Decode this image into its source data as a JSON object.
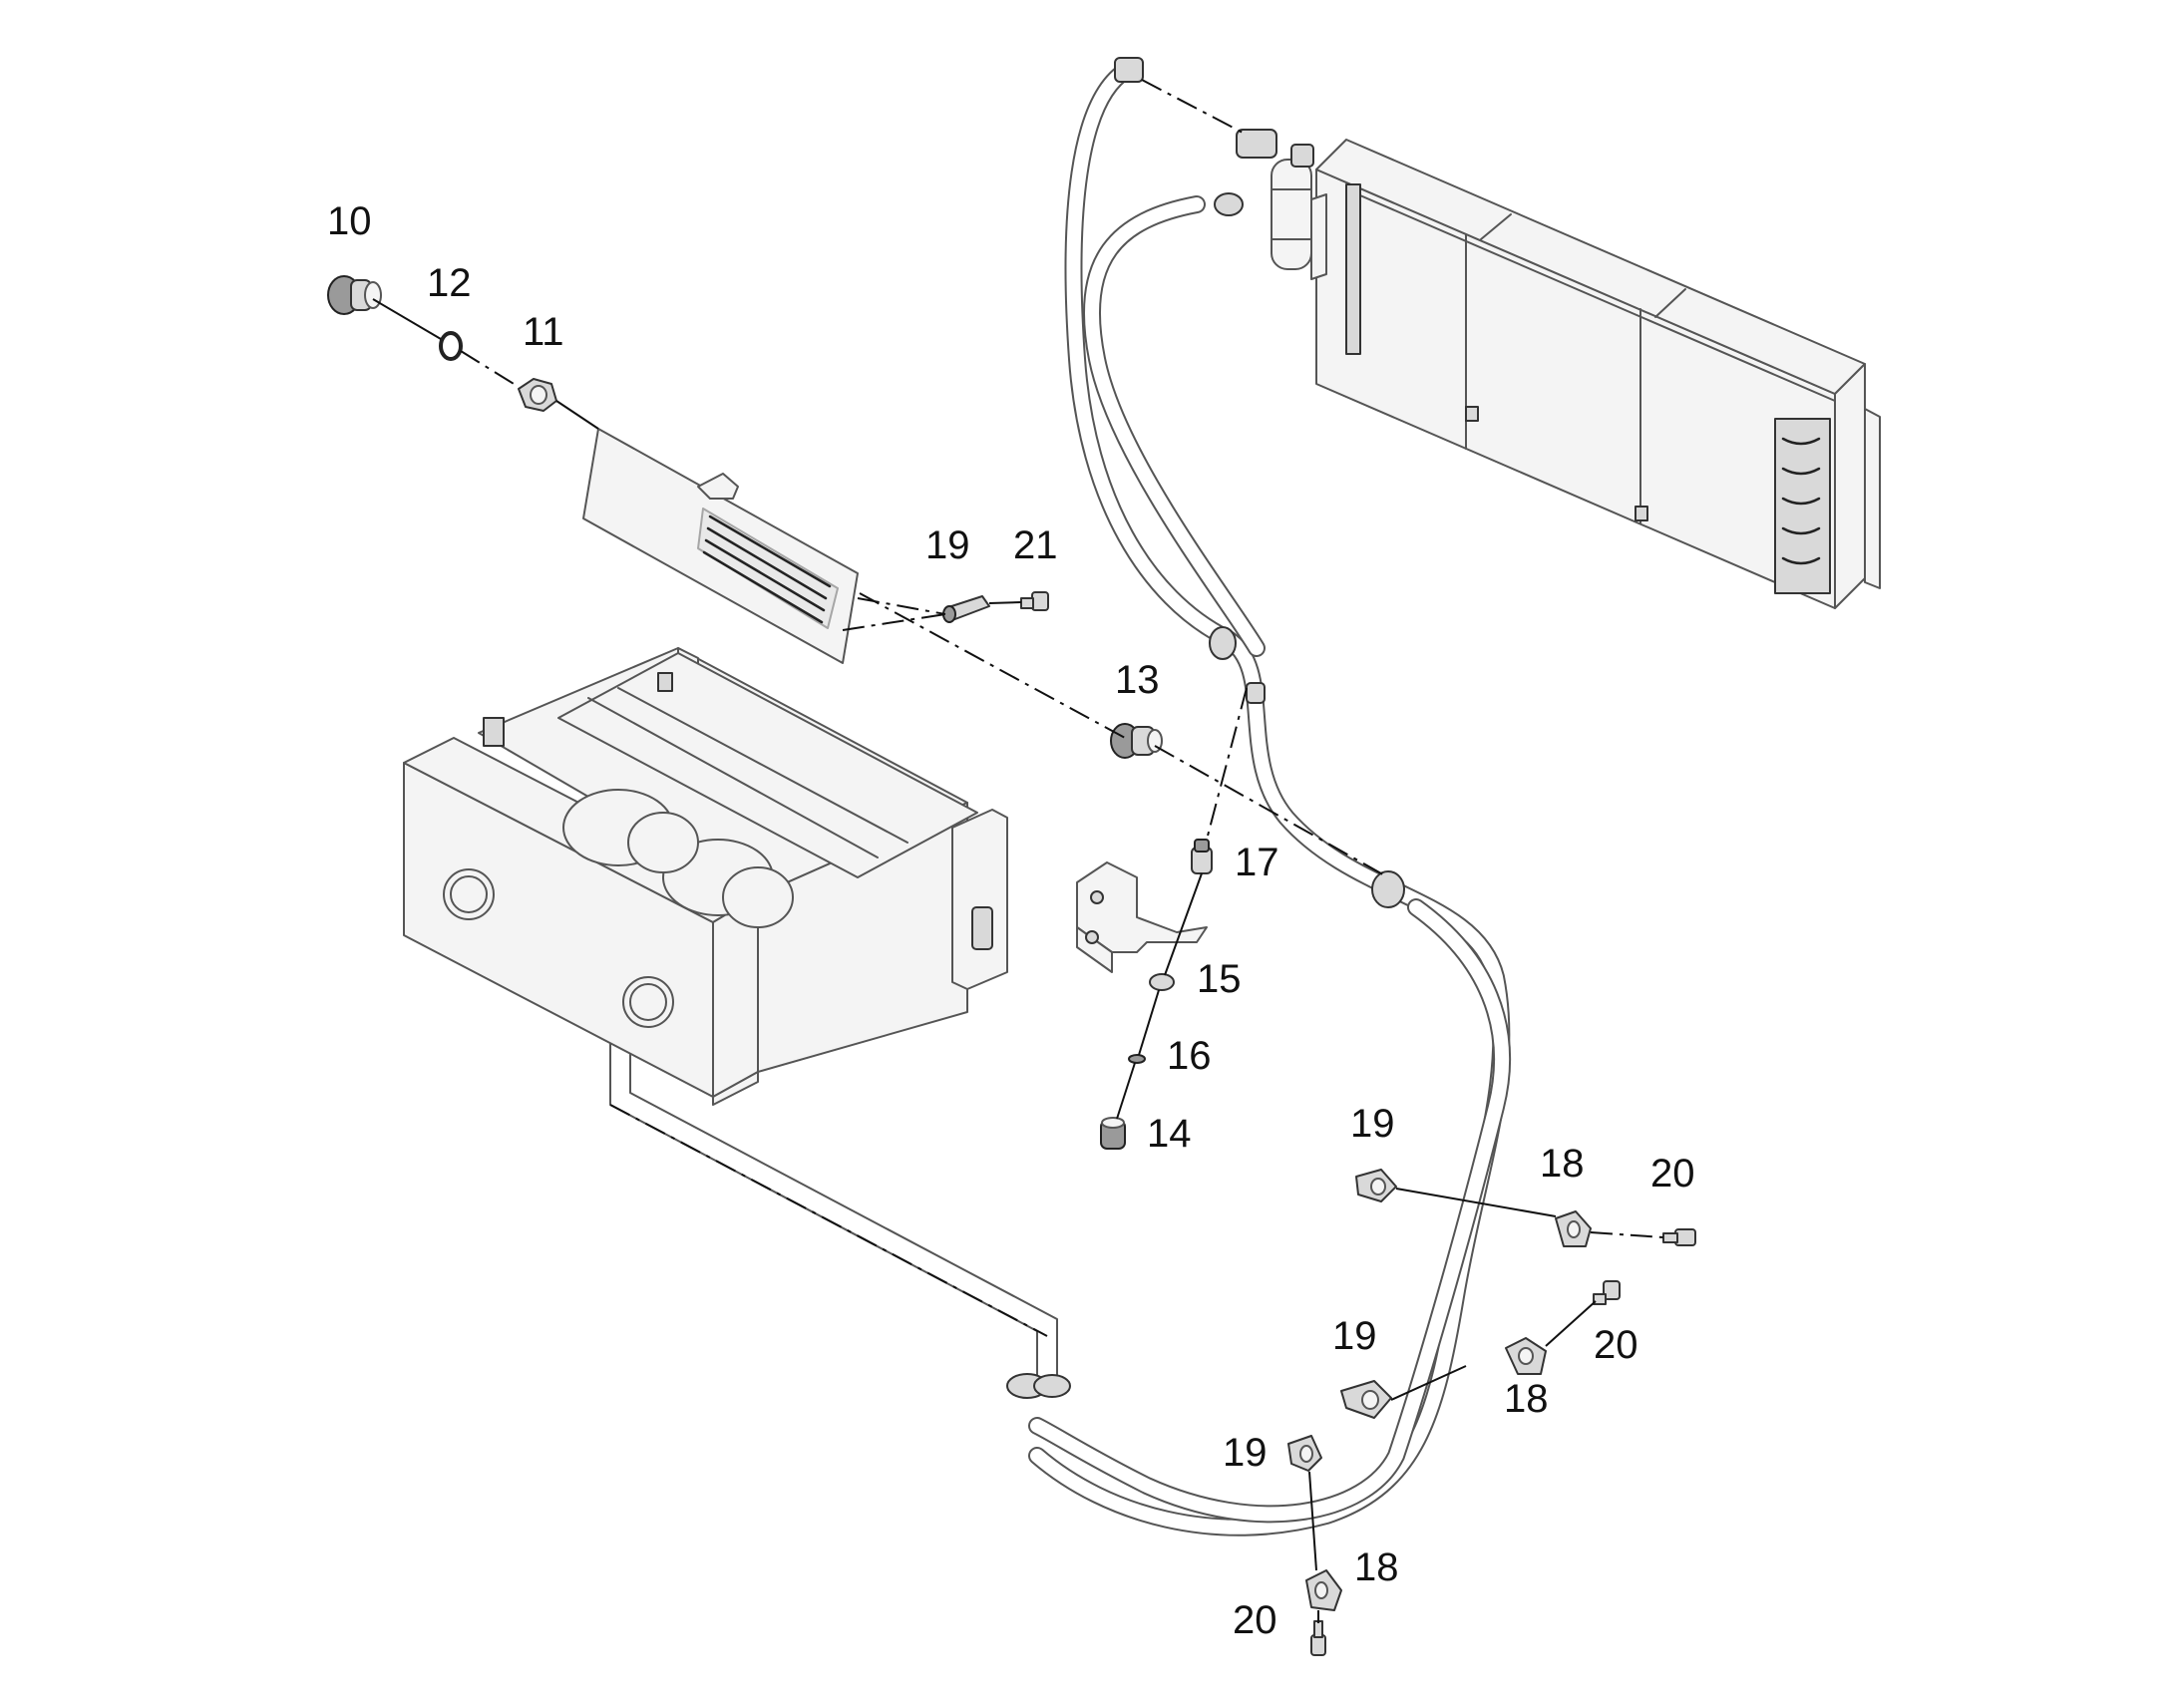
{
  "labels": {
    "p10": "10",
    "p11": "11",
    "p12": "12",
    "p13": "13",
    "p14": "14",
    "p15": "15",
    "p16": "16",
    "p17": "17",
    "p18a": "18",
    "p18b": "18",
    "p18c": "18",
    "p19a": "19",
    "p19b": "19",
    "p19c": "19",
    "p19d": "19",
    "p20a": "20",
    "p20b": "20",
    "p20c": "20",
    "p21": "21"
  }
}
